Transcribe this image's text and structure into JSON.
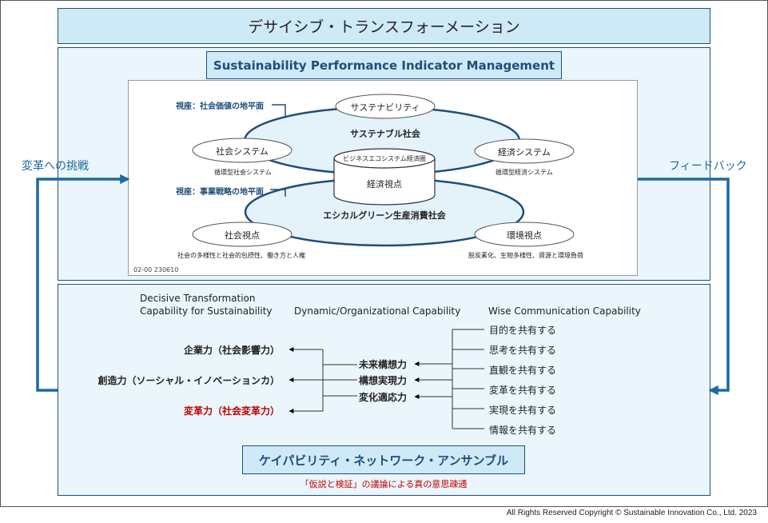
{
  "header": {
    "title": "デサイシブ・トランスフォーメーション"
  },
  "spim": {
    "title": "Sustainability Performance Indicator Management"
  },
  "diagram": {
    "view_social": "視座：社会価値の地平面",
    "view_business": "視座：事業戦略の地平面",
    "sustainability": "サステナビリティ",
    "sustainable_society": "サステナブル社会",
    "social_system": "社会システム",
    "social_system_sub": "循環型社会システム",
    "economic_system": "経済システム",
    "economic_system_sub": "循環型経済システム",
    "biz_eco": "ビジネスエコシステム経済圏",
    "economic_view": "経済視点",
    "ethical_society": "エシカルグリーン生産消費社会",
    "social_view": "社会視点",
    "social_view_sub": "社会の多様性と社会的包摂性、働き方と人権",
    "env_view": "環境視点",
    "env_view_sub": "脱炭素化、生物多様性、資源と環境負荷",
    "code": "02-00 230610"
  },
  "side": {
    "left": "変革への挑戦",
    "right": "フィードバック"
  },
  "capabilities": {
    "decisive_line1": "Decisive Transformation",
    "decisive_line2": "Capability for Sustainability",
    "dynamic": "Dynamic/Organizational Capability",
    "wise": "Wise Communication Capability",
    "left_items": [
      "企業力（社会影響力）",
      "創造力（ソーシャル・イノベーションカ）",
      "変革力（社会変革力）"
    ],
    "middle_items": [
      "未来構想力",
      "構想実現力",
      "変化適応力"
    ],
    "right_items": [
      "目的を共有する",
      "思考を共有する",
      "直観を共有する",
      "変革を共有する",
      "実現を共有する",
      "情報を共有する"
    ]
  },
  "network": {
    "title": "ケイパビリティ・ネットワーク・アンサンブル",
    "subtitle": "「仮説と検証」の議論による真の意思疎通"
  },
  "footer": {
    "copyright": "All Rights Reserved Copyright © Sustainable Innovation Co., Ltd. 2023"
  },
  "colors": {
    "navy": "#1f4e79",
    "blue": "#1a6aa3",
    "light": "#eaf6fc",
    "red": "#c00000"
  }
}
